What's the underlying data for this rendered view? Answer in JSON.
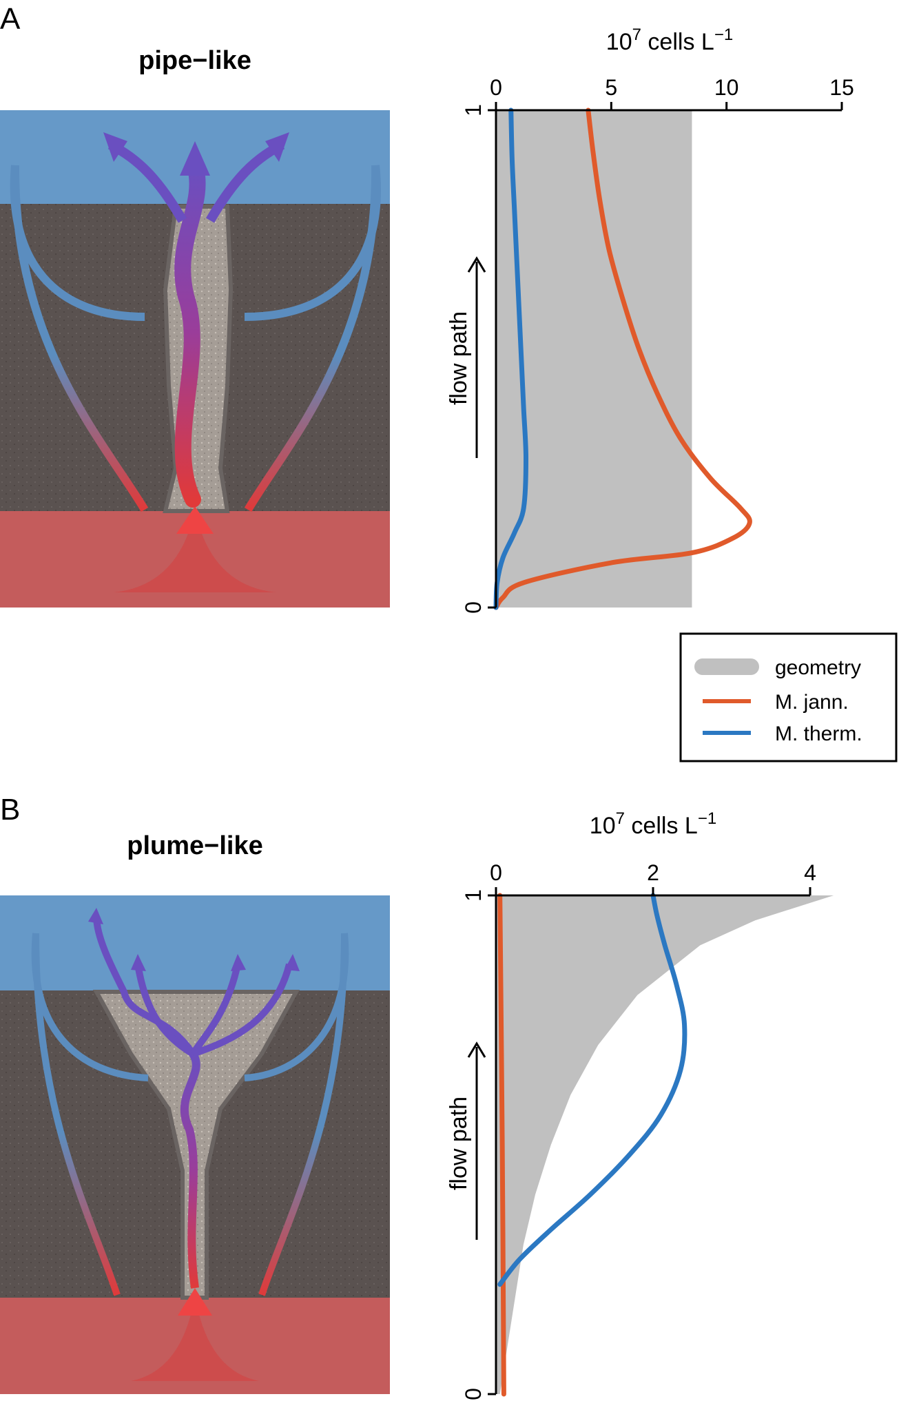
{
  "panels": [
    {
      "letter": "A",
      "title": "pipe−like"
    },
    {
      "letter": "B",
      "title": "plume−like"
    }
  ],
  "axis_unit_base": "10",
  "axis_unit_exp": "7",
  "axis_unit_mid": " cells L",
  "axis_unit_exp2": "−1",
  "flow_path_label": "flow path",
  "legend": {
    "entries": [
      {
        "label": "geometry",
        "color": "#c0c0c0"
      },
      {
        "label": "M. jann.",
        "color": "#e05a2b"
      },
      {
        "label": "M. therm.",
        "color": "#2b78c2"
      }
    ]
  },
  "colors": {
    "seawater": "#6699c8",
    "rock": "#5a5250",
    "hot_fluid": "#c45c5c",
    "mjann": "#e05a2b",
    "mtherm": "#2b78c2",
    "geometry": "#c0c0c0"
  },
  "chart_data": [
    {
      "type": "line",
      "panel": "A",
      "xlabel": "10^7 cells L^-1",
      "ylabel": "flow path",
      "xlim": [
        0,
        15
      ],
      "ylim": [
        0,
        1
      ],
      "xticks": [
        "0",
        "5",
        "10",
        "15"
      ],
      "yticks": [
        "0",
        "1"
      ],
      "geometry_width": [
        [
          0,
          8.5
        ],
        [
          1,
          8.5
        ]
      ],
      "series": [
        {
          "name": "M. jann.",
          "points": [
            [
              0.0,
              0.0
            ],
            [
              0.3,
              0.02
            ],
            [
              1.2,
              0.05
            ],
            [
              5.0,
              0.09
            ],
            [
              8.5,
              0.11
            ],
            [
              10.3,
              0.14
            ],
            [
              11.0,
              0.17
            ],
            [
              10.6,
              0.2
            ],
            [
              9.3,
              0.26
            ],
            [
              8.0,
              0.34
            ],
            [
              7.0,
              0.43
            ],
            [
              6.2,
              0.52
            ],
            [
              5.5,
              0.62
            ],
            [
              4.9,
              0.72
            ],
            [
              4.5,
              0.82
            ],
            [
              4.2,
              0.92
            ],
            [
              4.0,
              1.0
            ]
          ]
        },
        {
          "name": "M. therm.",
          "points": [
            [
              0.0,
              0.0
            ],
            [
              0.05,
              0.05
            ],
            [
              0.3,
              0.1
            ],
            [
              0.8,
              0.15
            ],
            [
              1.2,
              0.2
            ],
            [
              1.3,
              0.3
            ],
            [
              1.2,
              0.4
            ],
            [
              1.1,
              0.5
            ],
            [
              1.0,
              0.6
            ],
            [
              0.9,
              0.7
            ],
            [
              0.8,
              0.8
            ],
            [
              0.7,
              0.9
            ],
            [
              0.65,
              1.0
            ]
          ]
        }
      ]
    },
    {
      "type": "line",
      "panel": "B",
      "xlabel": "10^7 cells L^-1",
      "ylabel": "flow path",
      "xlim": [
        0,
        4
      ],
      "ylim": [
        0,
        1
      ],
      "xticks": [
        "0",
        "2",
        "4"
      ],
      "yticks": [
        "0",
        "1"
      ],
      "geometry_width": [
        [
          0,
          0.05
        ],
        [
          0.1,
          0.15
        ],
        [
          0.2,
          0.25
        ],
        [
          0.3,
          0.35
        ],
        [
          0.4,
          0.5
        ],
        [
          0.5,
          0.7
        ],
        [
          0.6,
          0.95
        ],
        [
          0.7,
          1.3
        ],
        [
          0.8,
          1.8
        ],
        [
          0.9,
          2.6
        ],
        [
          0.95,
          3.3
        ],
        [
          1.0,
          4.3
        ]
      ],
      "series": [
        {
          "name": "M. jann.",
          "points": [
            [
              0.1,
              0.0
            ],
            [
              0.08,
              0.5
            ],
            [
              0.05,
              1.0
            ]
          ]
        },
        {
          "name": "M. therm.",
          "points": [
            [
              0.05,
              0.22
            ],
            [
              0.3,
              0.27
            ],
            [
              0.7,
              0.33
            ],
            [
              1.2,
              0.4
            ],
            [
              1.7,
              0.48
            ],
            [
              2.1,
              0.56
            ],
            [
              2.35,
              0.65
            ],
            [
              2.4,
              0.74
            ],
            [
              2.3,
              0.82
            ],
            [
              2.15,
              0.9
            ],
            [
              2.05,
              0.96
            ],
            [
              2.0,
              1.0
            ]
          ]
        }
      ]
    }
  ]
}
